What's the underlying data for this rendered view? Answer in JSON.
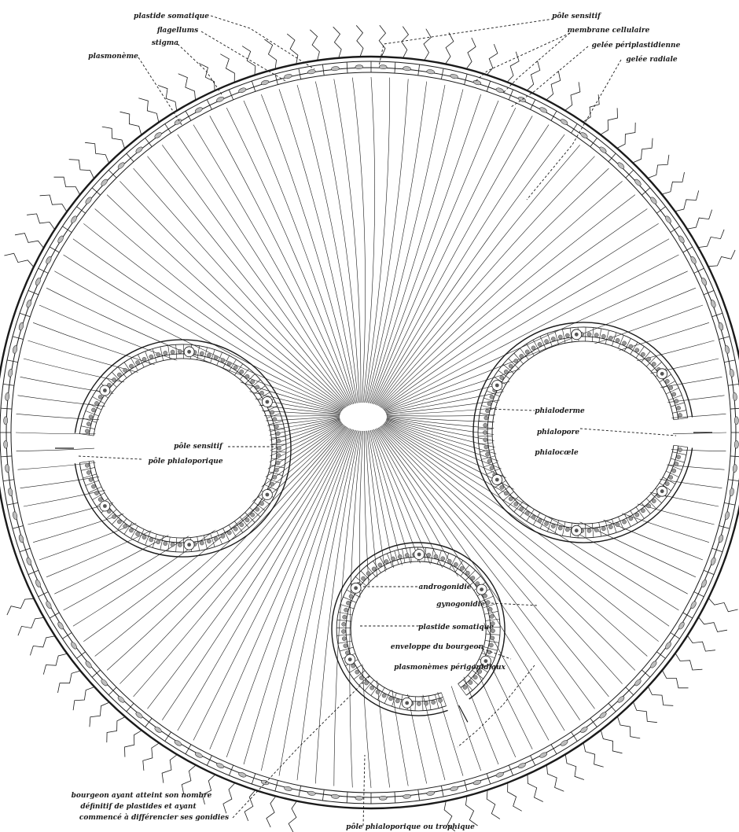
{
  "figure": {
    "labels": {
      "plastide_somatique_top": "plastide somatique",
      "flagellums": "flagellums",
      "stigma": "stigma",
      "plasmoneme": "plasmonème",
      "pole_sensitif_top": "pôle sensitif",
      "membrane_cellulaire": "membrane cellulaire",
      "gelee_periplastidienne": "gelée périplastidienne",
      "gelee_radiale": "gelée radiale",
      "pole_sensitif_left": "pôle sensitif",
      "pole_phialoporique_left": "pôle phialoporique",
      "phialoderme": "phialoderme",
      "phialopore": "phialopore",
      "phialocoele": "phialocœle",
      "androgonidie": "androgonidie",
      "gynogonidie": "gynogonidie",
      "plastide_somatique_inner": "plastide somatique",
      "enveloppe_bourgeon": "enveloppe du bourgeon",
      "plasmonemes_perigonidiaux": "plasmonèmes périgonidiaux",
      "bourgeon_line1": "bourgeon ayant atteint son nombre",
      "bourgeon_line2": "définitif de plastides et ayant",
      "bourgeon_line3": "commencé à différencier ses gonidies",
      "pole_phialoporique_bottom": "pôle phialoporique ou trophique"
    }
  }
}
